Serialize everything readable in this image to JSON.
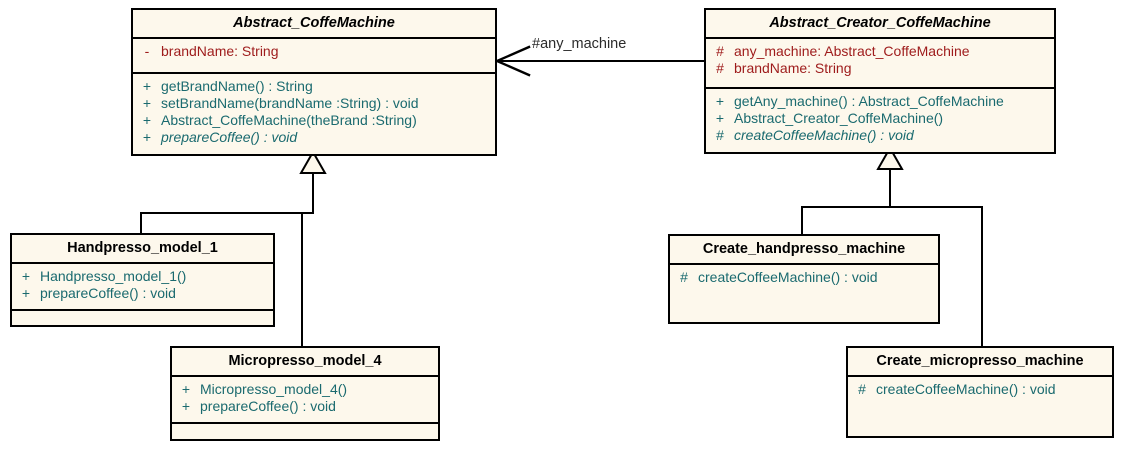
{
  "diagram": {
    "title": "Abstract Factory coffee machine UML class diagram",
    "colors": {
      "canvas": "#ffffff",
      "class_fill": "#fdf8ec",
      "border": "#000000",
      "attribute_text": "#9e1b1b",
      "method_text": "#1a6a6f",
      "class_name_text": "#000000",
      "label_text": "#2b2b2b"
    }
  },
  "classes": {
    "abstract_coffemachine": {
      "name": "Abstract_CoffeMachine",
      "stereotype": "abstract",
      "attributes": [
        {
          "visibility": "-",
          "signature": "brandName:  String"
        }
      ],
      "methods": [
        {
          "visibility": "+",
          "signature": "getBrandName() : String",
          "abstract": false
        },
        {
          "visibility": "+",
          "signature": "setBrandName(brandName :String) : void",
          "abstract": false
        },
        {
          "visibility": "+",
          "signature": "Abstract_CoffeMachine(theBrand :String)",
          "abstract": false
        },
        {
          "visibility": "+",
          "signature": "prepareCoffee() : void",
          "abstract": true
        }
      ]
    },
    "abstract_creator_coffemachine": {
      "name": "Abstract_Creator_CoffeMachine",
      "stereotype": "abstract",
      "attributes": [
        {
          "visibility": "#",
          "signature": "any_machine:  Abstract_CoffeMachine"
        },
        {
          "visibility": "#",
          "signature": "brandName:  String"
        }
      ],
      "methods": [
        {
          "visibility": "+",
          "signature": "getAny_machine() : Abstract_CoffeMachine",
          "abstract": false
        },
        {
          "visibility": "+",
          "signature": "Abstract_Creator_CoffeMachine()",
          "abstract": false
        },
        {
          "visibility": "#",
          "signature": "createCoffeeMachine() : void",
          "abstract": true
        }
      ]
    },
    "handpresso_model_1": {
      "name": "Handpresso_model_1",
      "stereotype": "concrete",
      "attributes": [],
      "methods": [
        {
          "visibility": "+",
          "signature": "Handpresso_model_1()",
          "abstract": false
        },
        {
          "visibility": "+",
          "signature": "prepareCoffee() : void",
          "abstract": false
        }
      ]
    },
    "micropresso_model_4": {
      "name": "Micropresso_model_4",
      "stereotype": "concrete",
      "attributes": [],
      "methods": [
        {
          "visibility": "+",
          "signature": "Micropresso_model_4()",
          "abstract": false
        },
        {
          "visibility": "+",
          "signature": "prepareCoffee() : void",
          "abstract": false
        }
      ]
    },
    "create_handpresso_machine": {
      "name": "Create_handpresso_machine",
      "stereotype": "concrete",
      "attributes": [],
      "methods": [
        {
          "visibility": "#",
          "signature": "createCoffeeMachine() : void",
          "abstract": false
        }
      ]
    },
    "create_micropresso_machine": {
      "name": "Create_micropresso_machine",
      "stereotype": "concrete",
      "attributes": [],
      "methods": [
        {
          "visibility": "#",
          "signature": "createCoffeeMachine() : void",
          "abstract": false
        }
      ]
    }
  },
  "relationships": {
    "association": {
      "label": "#any_machine",
      "kind": "navigable-association",
      "from": "Abstract_Creator_CoffeMachine",
      "to": "Abstract_CoffeMachine"
    },
    "generalizations": [
      {
        "kind": "generalization",
        "from": "Handpresso_model_1",
        "to": "Abstract_CoffeMachine"
      },
      {
        "kind": "generalization",
        "from": "Micropresso_model_4",
        "to": "Abstract_CoffeMachine"
      },
      {
        "kind": "generalization",
        "from": "Create_handpresso_machine",
        "to": "Abstract_Creator_CoffeMachine"
      },
      {
        "kind": "generalization",
        "from": "Create_micropresso_machine",
        "to": "Abstract_Creator_CoffeMachine"
      }
    ]
  }
}
